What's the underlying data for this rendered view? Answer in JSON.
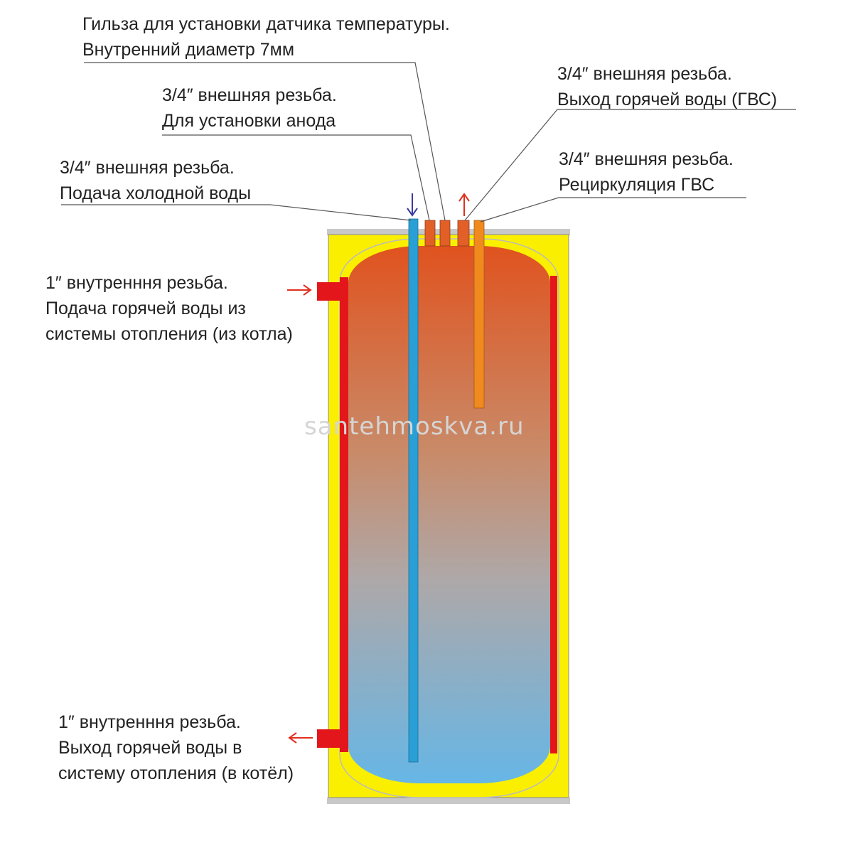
{
  "watermark": "santehmoskva.ru",
  "colors": {
    "insulation": "#fbef00",
    "casing": "#c8c8c8",
    "coil": "#e3171b",
    "cold_pipe": "#2a9fd6",
    "recirculation_pipe": "#f08a1e",
    "fitting": "#e35f28",
    "arrow_cold": "#3a3aa0",
    "arrow_hot": "#e0301e",
    "tank_top": "#e0531f",
    "tank_bottom": "#66b6e6"
  },
  "labels": {
    "sensor_sleeve": {
      "line1": "Гильза для установки датчика температуры.",
      "line2": "Внутренний диаметр 7мм"
    },
    "anode": {
      "line1": "3/4″ внешняя резьба.",
      "line2": "Для установки анода"
    },
    "cold_water_inlet": {
      "line1": "3/4″ внешняя резьба.",
      "line2": "Подача холодной воды"
    },
    "hot_water_outlet": {
      "line1": "3/4″ внешняя резьба.",
      "line2": "Выход горячей воды (ГВС)"
    },
    "recirculation": {
      "line1": "3/4″ внешняя резьба.",
      "line2": "Рециркуляция ГВС"
    },
    "heating_inlet": {
      "line1": "1″ внутренння резьба.",
      "line2": "Подача горячей воды из",
      "line3": "системы отопления (из котла)"
    },
    "heating_outlet": {
      "line1": "1″ внутренння резьба.",
      "line2": "Выход горячей воды в",
      "line3": "систему отопления (в котёл)"
    }
  }
}
